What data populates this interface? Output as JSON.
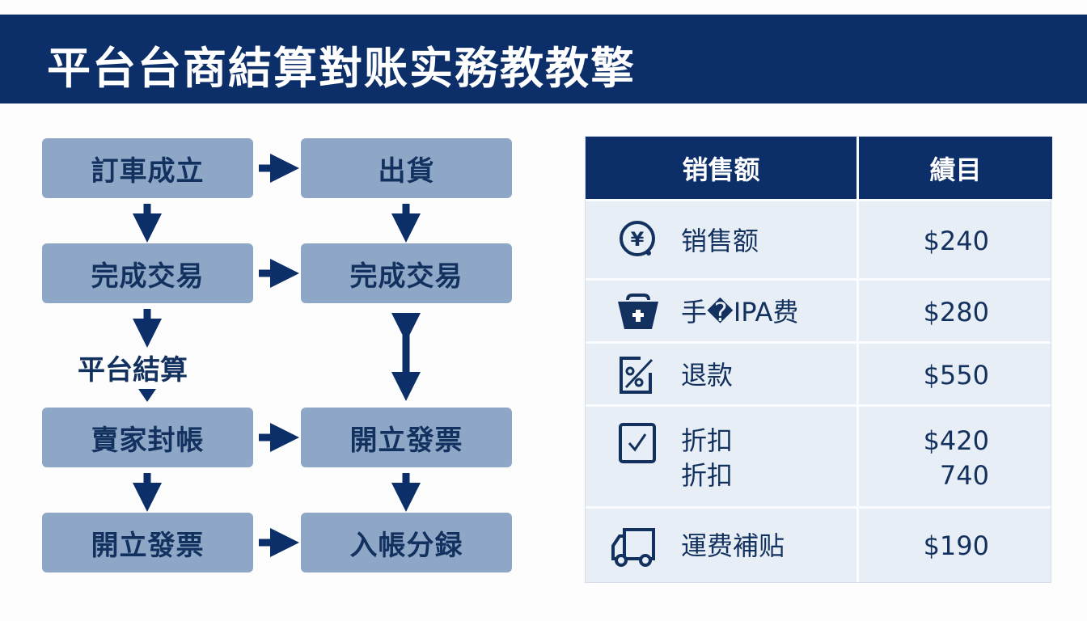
{
  "title": "平台台商結算對账实務教教擎",
  "flow": {
    "left": [
      "訂車成立",
      "完成交易",
      "平台結算",
      "賣家封帳",
      "開立發票"
    ],
    "right": [
      "出貨",
      "完成交易",
      "開立發票",
      "入帳分録"
    ]
  },
  "table": {
    "headers": [
      "销售额",
      "績目"
    ],
    "rows": [
      {
        "icon": "yen-coin-icon",
        "labels": [
          "销售额"
        ],
        "values": [
          "$240"
        ]
      },
      {
        "icon": "basket-icon",
        "labels": [
          "手�IPA费"
        ],
        "values": [
          "$280"
        ]
      },
      {
        "icon": "percent-tag-icon",
        "labels": [
          "退款"
        ],
        "values": [
          "$550"
        ]
      },
      {
        "icon": "checkbox-icon",
        "labels": [
          "折扣",
          "折扣"
        ],
        "values": [
          "$420",
          "740"
        ]
      },
      {
        "icon": "truck-icon",
        "labels": [
          "運费補贴"
        ],
        "values": [
          "$190"
        ]
      }
    ]
  },
  "colors": {
    "navy": "#0c2f6a",
    "box": "#8ea7c7",
    "row": "#e8eef6"
  }
}
